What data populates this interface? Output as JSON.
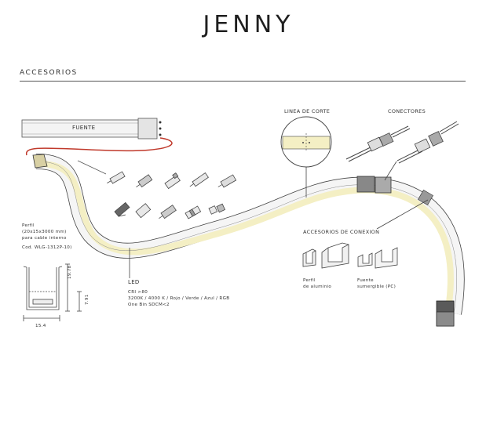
{
  "title": "JENNY",
  "section_title": "ACCESORIOS",
  "labels": {
    "fuente": "FUENTE",
    "linea_corte": "LINEA DE CORTE",
    "conectores": "CONECTORES",
    "accesorios_conexion": "ACCESORIOS DE CONEXION",
    "perfil_desc": [
      "Perfil",
      "(20x15x3000 mm)",
      "para cable interno",
      "Cod. WLG-1312P-10)"
    ],
    "led_title": "LED",
    "led_desc": [
      "CRI >80",
      "3200K / 4000 K / Rojo / Verde / Azul / RGB",
      "One Bin SDCM<2"
    ],
    "perfil_aluminio": [
      "Perfil",
      "de aluminio"
    ],
    "fuente_sumergible": [
      "Fuente",
      "sumergible (PC)"
    ]
  },
  "dimensions": {
    "height": "19.78",
    "inner": "7.91",
    "width": "15.4"
  },
  "colors": {
    "led_glow": "#f4efc4",
    "outline": "#444444",
    "cable": "#c0392b"
  }
}
